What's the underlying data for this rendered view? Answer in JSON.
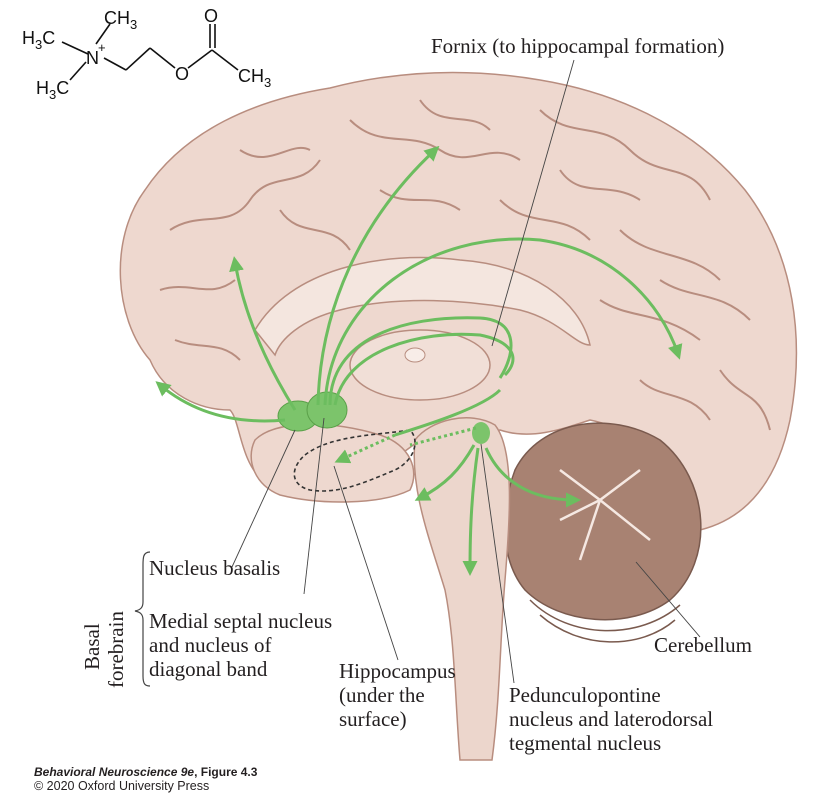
{
  "molecule": {
    "atoms": {
      "methyl": "CH",
      "methyl_left": "H",
      "methyl_left_c": "C",
      "nitrogen": "N",
      "charge": "+",
      "oxygen_dbl": "O",
      "oxygen_ester": "O",
      "sub3": "3"
    }
  },
  "labels": {
    "fornix": "Fornix (to hippocampal formation)",
    "nucleus_basalis": "Nucleus basalis",
    "medial_septal": [
      "Medial septal nucleus",
      "and nucleus of",
      "diagonal band"
    ],
    "basal_forebrain": [
      "Basal",
      "forebrain"
    ],
    "hippocampus": [
      "Hippocampus",
      "(under the",
      "surface)"
    ],
    "cerebellum": "Cerebellum",
    "pedunculopontine": [
      "Pedunculopontine",
      "nucleus and laterodorsal",
      "tegmental nucleus"
    ]
  },
  "credit": {
    "book": "Behavioral Neuroscience 9e",
    "figure": ", Figure 4.3",
    "copyright": "© 2020 Oxford University Press"
  },
  "colors": {
    "brain": "#eed8cf",
    "brain_dark": "#d9b7a8",
    "gyri_line": "#b88d7f",
    "cerebellum": "#a88272",
    "pathway_green": "#6cbd5f",
    "nucleus_green": "#7cc46b",
    "text": "#231f20"
  }
}
